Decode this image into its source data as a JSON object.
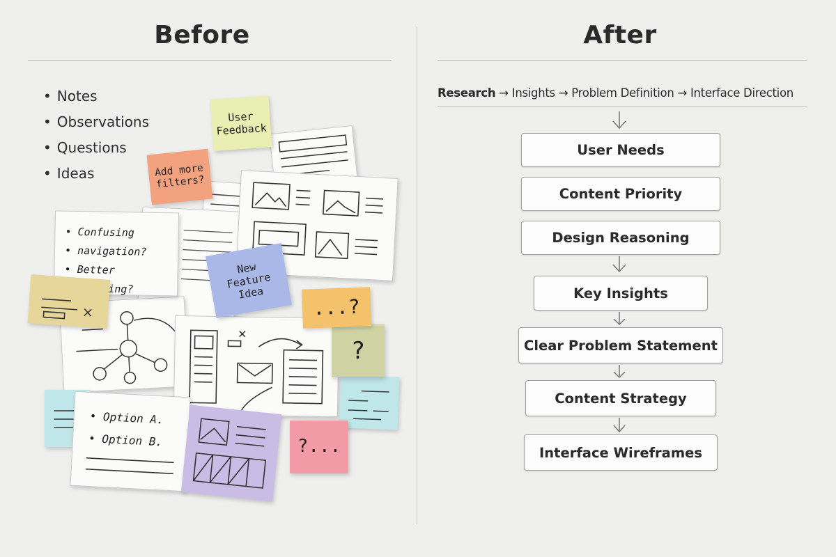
{
  "before": {
    "title": "Before",
    "list": [
      "Notes",
      "Observations",
      "Questions",
      "Ideas"
    ],
    "stickies": {
      "user_feedback": "User\nFeedback",
      "add_filters": "Add more\nfilters?",
      "new_feature": "New\nFeature\nIdea",
      "question_dots": "...?",
      "question_mark": "?",
      "question_pink": "?..."
    },
    "notes_card": [
      "• Confusing",
      "• navigation?",
      "• Better onboarding?"
    ],
    "options_card": [
      "• Option A.",
      "• Option B."
    ],
    "colors": {
      "yellow": "#e9efb3",
      "orange": "#f2a27f",
      "blue": "#a9b8e6",
      "amber": "#f3c26a",
      "olive": "#cfd3a4",
      "teal": "#bfe6e9",
      "pink": "#f29aa6",
      "mustard": "#e6d69a",
      "lavender": "#c9bde6"
    }
  },
  "after": {
    "title": "After",
    "process": [
      "Research",
      "Insights",
      "Problem Definition",
      "Interface Direction"
    ],
    "process_sep": "→",
    "steps": [
      "User Needs",
      "Content Priority",
      "Design Reasoning",
      "Key Insights",
      "Clear Problem Statement",
      "Content Strategy",
      "Interface Wireframes"
    ]
  }
}
